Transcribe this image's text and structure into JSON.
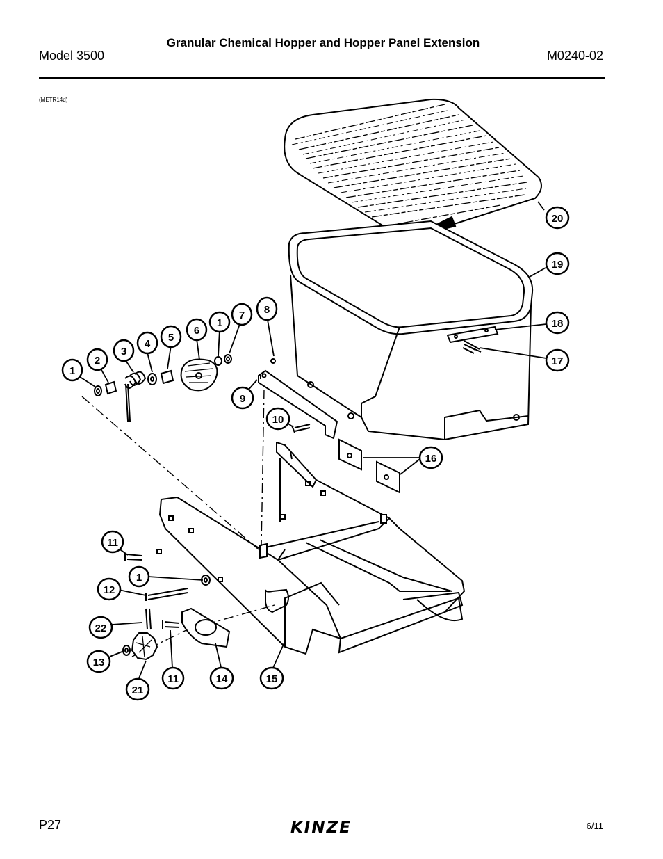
{
  "header": {
    "title": "Granular Chemical Hopper and Hopper Panel Extension",
    "model": "Model 3500",
    "doc_number": "M0240-02"
  },
  "figure_ref": "(METR14d)",
  "callouts": [
    {
      "num": "20"
    },
    {
      "num": "19"
    },
    {
      "num": "18"
    },
    {
      "num": "17"
    },
    {
      "num": "16"
    },
    {
      "num": "8"
    },
    {
      "num": "7"
    },
    {
      "num": "1"
    },
    {
      "num": "6"
    },
    {
      "num": "5"
    },
    {
      "num": "4"
    },
    {
      "num": "3"
    },
    {
      "num": "2"
    },
    {
      "num": "1"
    },
    {
      "num": "9"
    },
    {
      "num": "10"
    },
    {
      "num": "11"
    },
    {
      "num": "1"
    },
    {
      "num": "12"
    },
    {
      "num": "22"
    },
    {
      "num": "13"
    },
    {
      "num": "21"
    },
    {
      "num": "11"
    },
    {
      "num": "14"
    },
    {
      "num": "15"
    }
  ],
  "footer": {
    "page": "P27",
    "logo_text": "KINZE",
    "date": "6/11"
  }
}
